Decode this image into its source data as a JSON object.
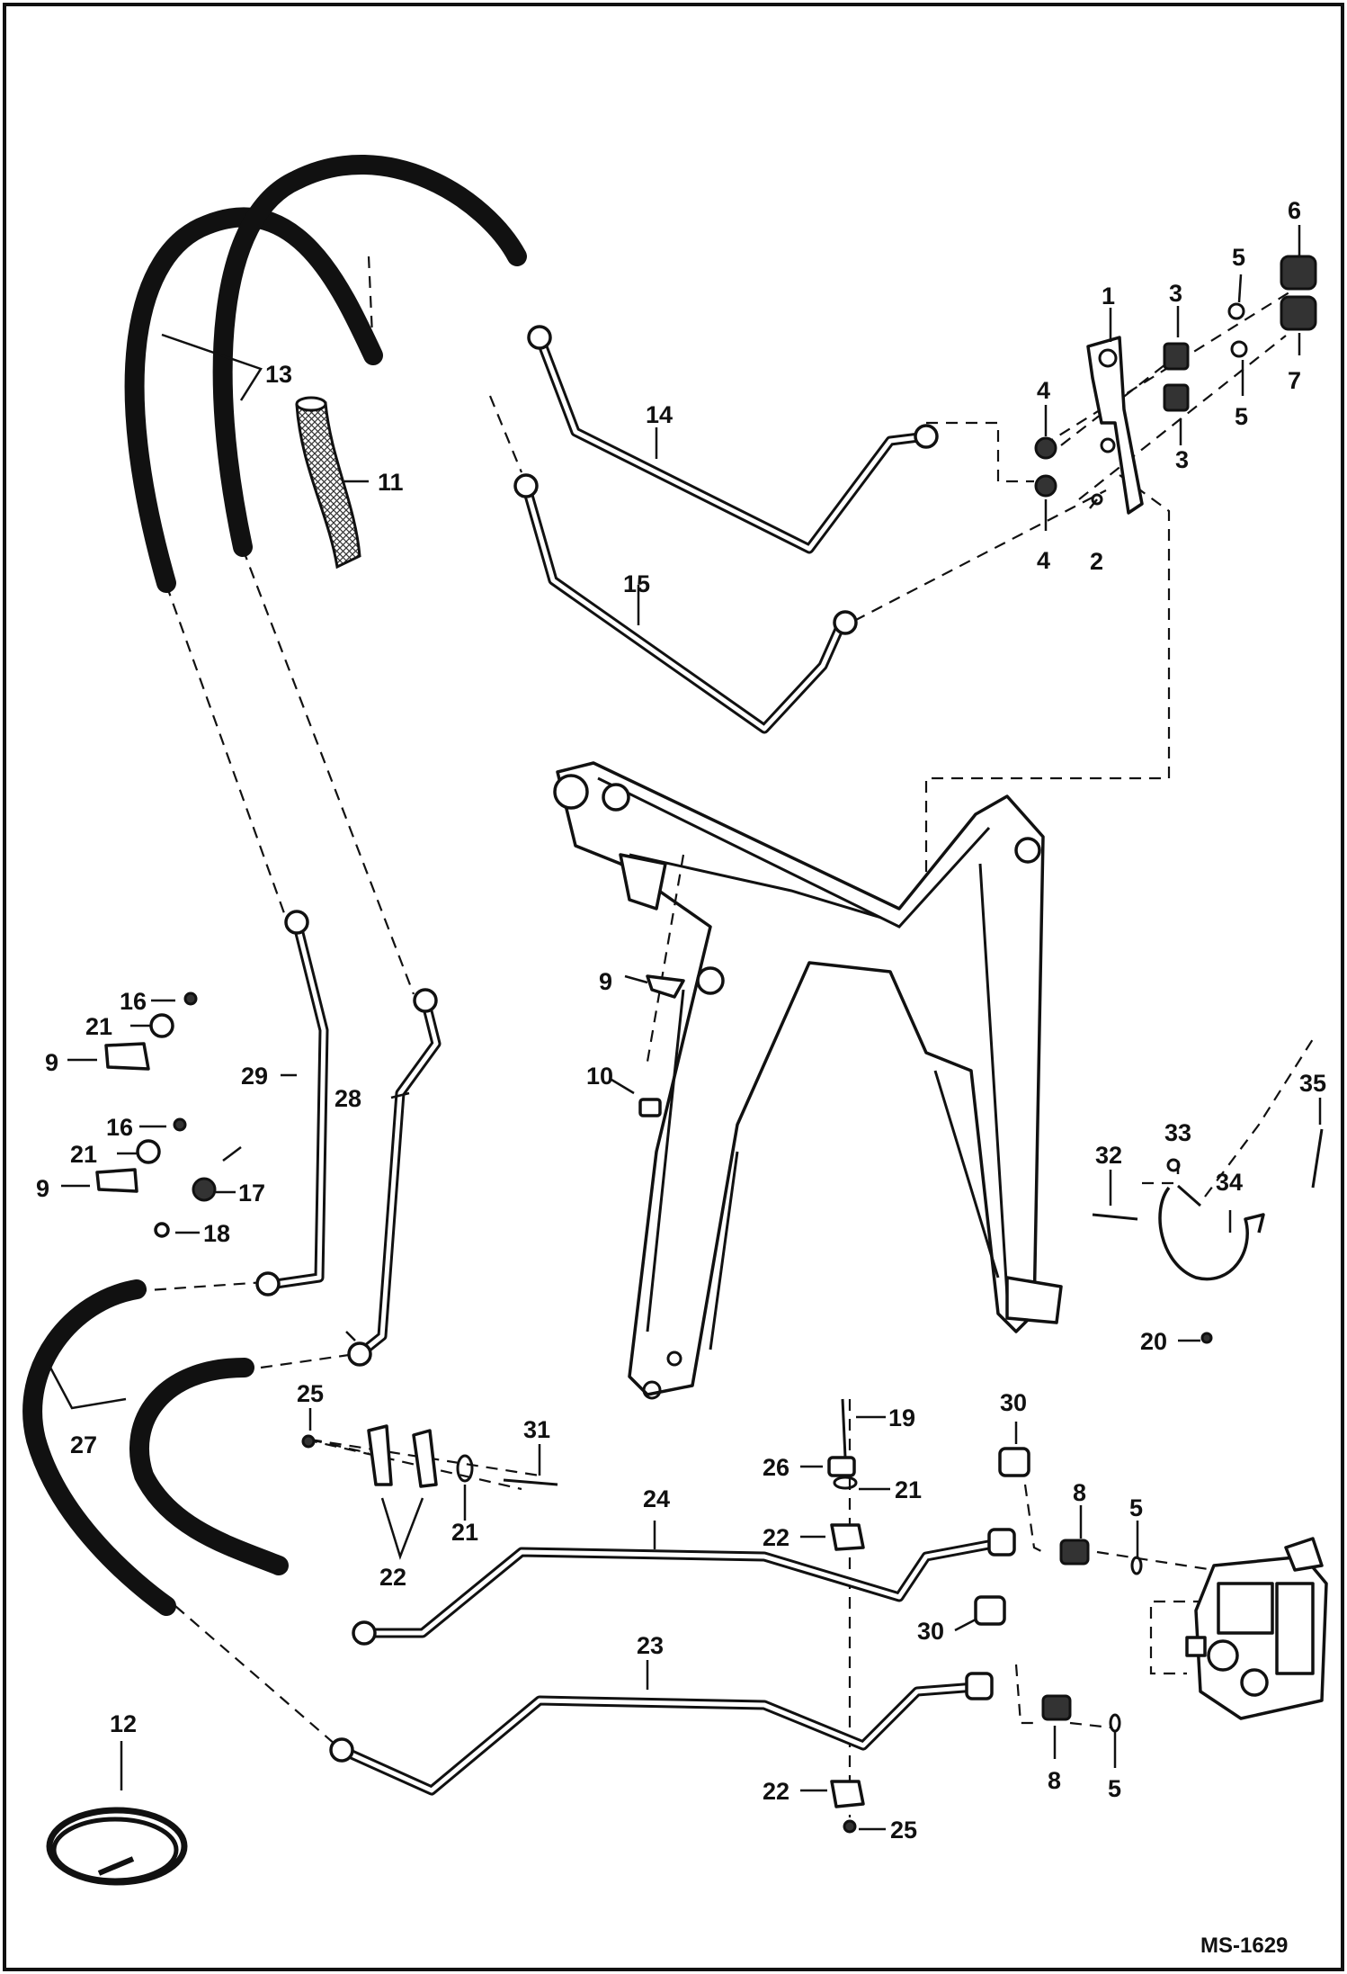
{
  "drawing_code": "MS-1629",
  "callouts": {
    "c1": "1",
    "c2": "2",
    "c3a": "3",
    "c3b": "3",
    "c4a": "4",
    "c4b": "4",
    "c5a": "5",
    "c5b": "5",
    "c5c": "5",
    "c5d": "5",
    "c6": "6",
    "c7": "7",
    "c8a": "8",
    "c8b": "8",
    "c9a": "9",
    "c9b": "9",
    "c9c": "9",
    "c10": "10",
    "c11": "11",
    "c12": "12",
    "c13": "13",
    "c14": "14",
    "c15": "15",
    "c16a": "16",
    "c16b": "16",
    "c17": "17",
    "c18": "18",
    "c19": "19",
    "c20": "20",
    "c21a": "21",
    "c21b": "21",
    "c21c": "21",
    "c21d": "21",
    "c22a": "22",
    "c22b": "22",
    "c22c": "22",
    "c23": "23",
    "c24": "24",
    "c25a": "25",
    "c25b": "25",
    "c26": "26",
    "c27": "27",
    "c28": "28",
    "c29": "29",
    "c30a": "30",
    "c30b": "30",
    "c31": "31",
    "c32": "32",
    "c33": "33",
    "c34": "34",
    "c35": "35"
  }
}
